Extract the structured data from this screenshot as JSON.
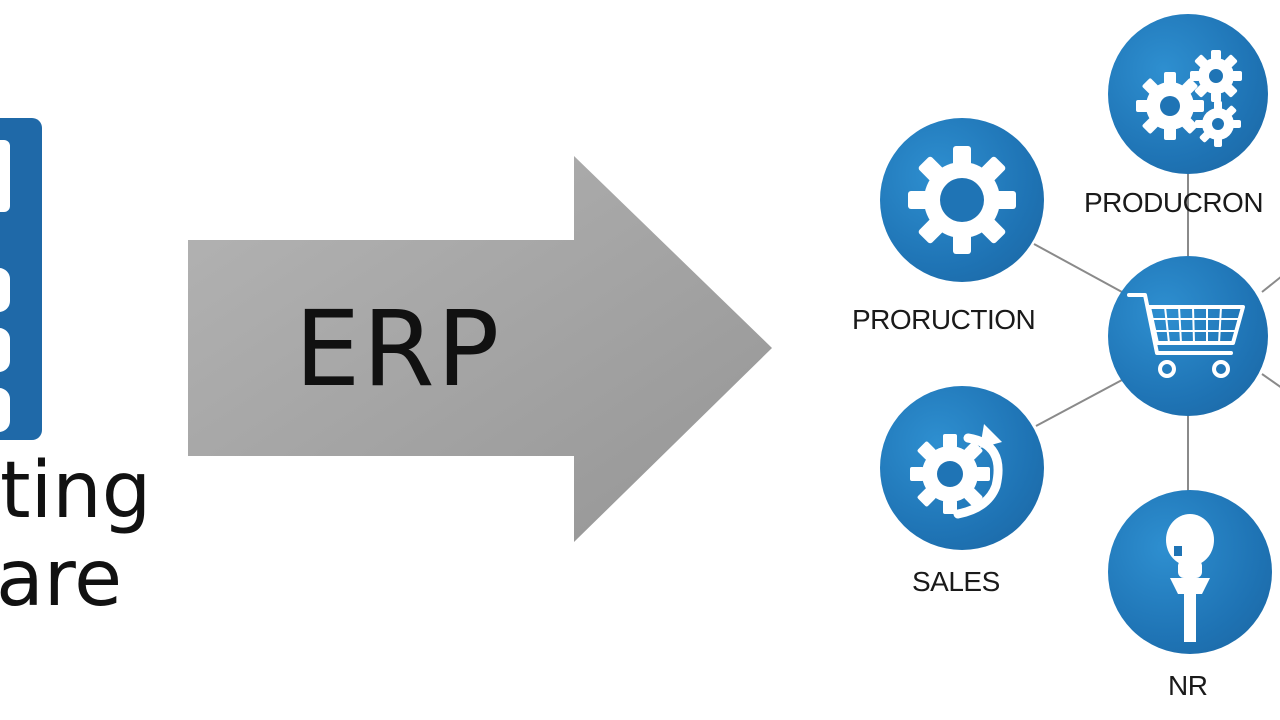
{
  "left_text": {
    "line1": "ting",
    "line2": "are"
  },
  "arrow": {
    "label": "ERP",
    "color": "#a6a6a6"
  },
  "nodes": {
    "top_label": "PRODUCRON",
    "production_label": "PRORUCTION",
    "sales_label": "SALES",
    "hr_label": "NR"
  },
  "colors": {
    "node_blue": "#1f74b5",
    "connector": "#8a8a8a"
  },
  "icons": [
    "gear-cluster-icon",
    "gear-icon",
    "shopping-cart-icon",
    "gear-cycle-icon",
    "person-icon",
    "calculator-icon"
  ]
}
